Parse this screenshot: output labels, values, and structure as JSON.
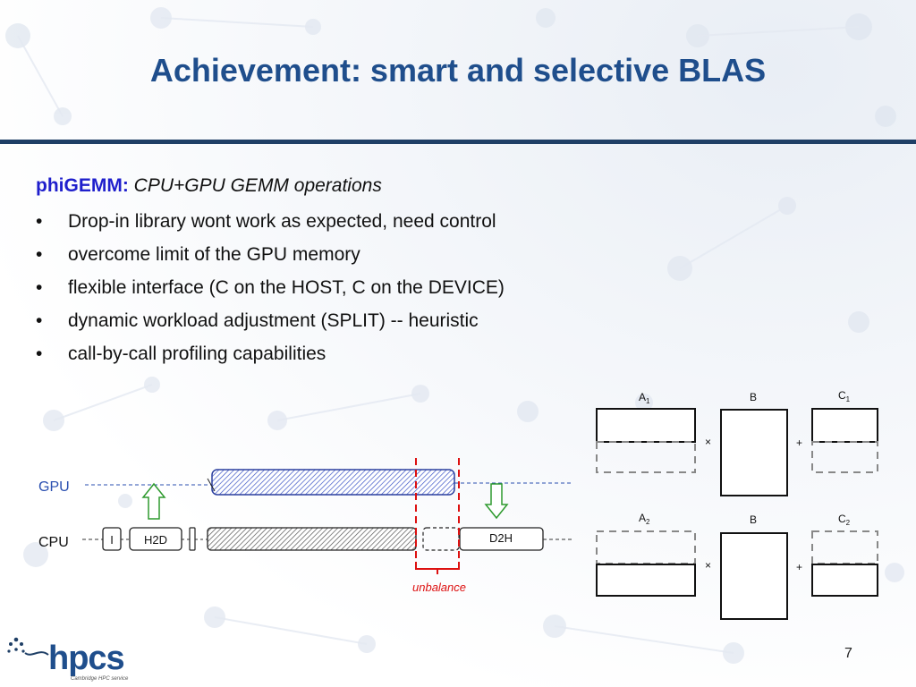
{
  "slide": {
    "title": "Achievement: smart and selective BLAS",
    "subtitle_lead": "phiGEMM:",
    "subtitle_rest": "CPU+GPU GEMM operations",
    "bullets": [
      "Drop-in library wont work as expected, need control",
      "overcome limit of the GPU memory",
      "flexible interface (C on the HOST, C on the DEVICE)",
      "dynamic workload adjustment (SPLIT) -- heuristic",
      "call-by-call profiling capabilities"
    ],
    "page_number": "7"
  },
  "timeline": {
    "gpu_label": "GPU",
    "cpu_label": "CPU",
    "i_label": "I",
    "h2d_label": "H2D",
    "d2h_label": "D2H",
    "unbalance_label": "unbalance"
  },
  "matrices": {
    "a1_base": "A",
    "a1_sub": "1",
    "b1_label": "B",
    "c1_base": "C",
    "c1_sub": "1",
    "a2_base": "A",
    "a2_sub": "2",
    "b2_label": "B",
    "c2_base": "C",
    "c2_sub": "2",
    "times_symbol": "×",
    "plus_symbol": "+"
  },
  "logo": {
    "text": "hpcs",
    "tagline": "Cambridge HPC service"
  },
  "colors": {
    "title": "#1f4e8c",
    "accent_blue": "#1f1fcc",
    "gpu_label": "#2a4fb0",
    "unbalance": "#dd1111",
    "arrow_green": "#2e9a2e",
    "gpu_bar": "#3a53c6"
  }
}
